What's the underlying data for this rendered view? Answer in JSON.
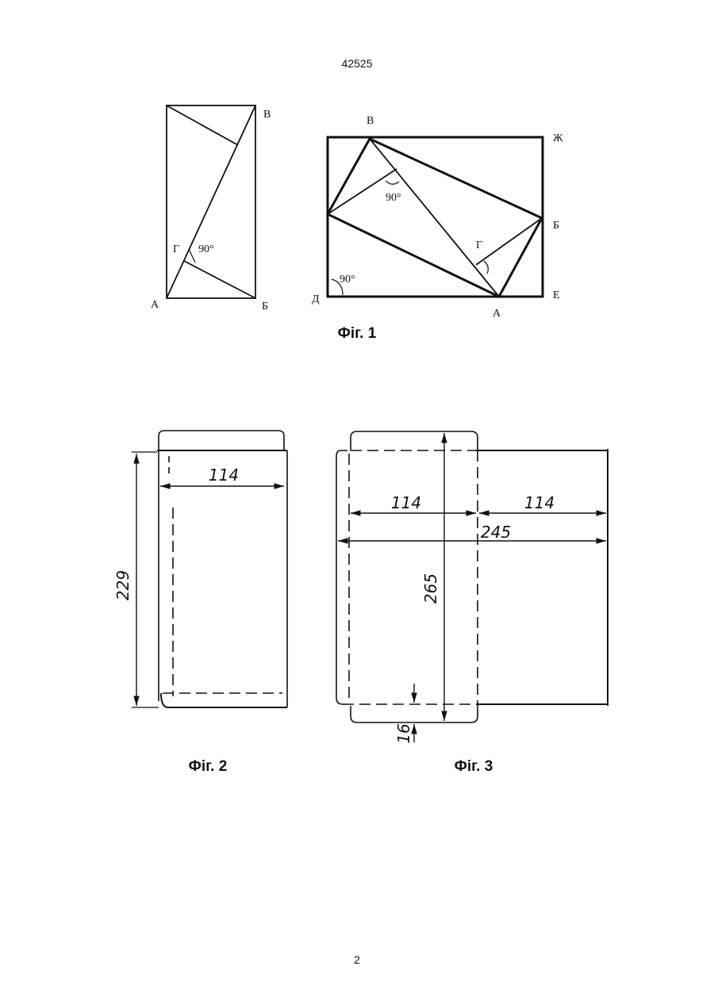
{
  "header": {
    "patent_number": "42525"
  },
  "footer": {
    "page_number": "2"
  },
  "fig1": {
    "caption": "Фіг. 1",
    "left": {
      "A": "А",
      "B": "Б",
      "V": "В",
      "G": "Г",
      "angle": "90°"
    },
    "right": {
      "V": "В",
      "Zh": "Ж",
      "B": "Б",
      "E": "Е",
      "D": "Д",
      "A": "А",
      "G": "Г",
      "angle_top": "90°",
      "angle_corner": "90°"
    }
  },
  "fig2": {
    "caption": "Фіг. 2",
    "width": "114",
    "height": "229"
  },
  "fig3": {
    "caption": "Фіг. 3",
    "width_left": "114",
    "width_right": "114",
    "total_width": "245",
    "height": "265",
    "flap": "16"
  }
}
